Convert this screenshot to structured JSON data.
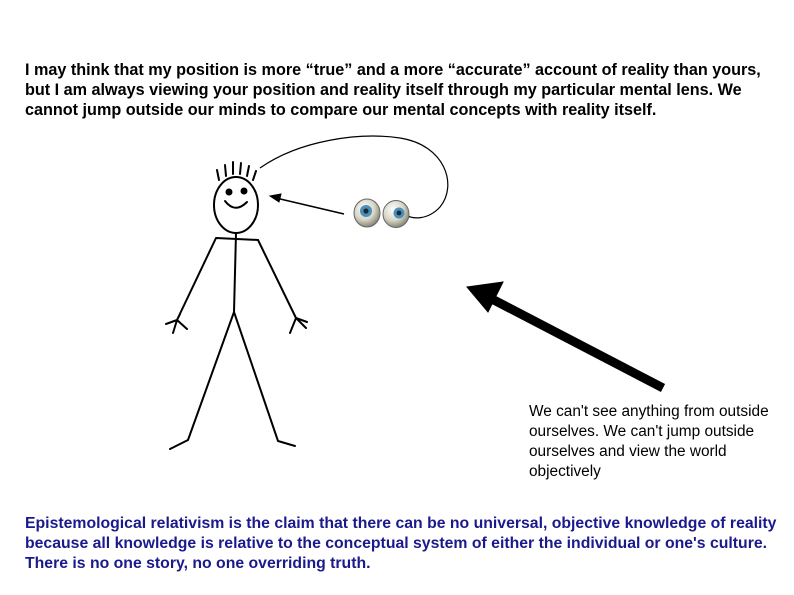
{
  "slide": {
    "top_text": "I may think that my position is more “true” and a more “accurate” account of reality than yours, but I am always viewing your position and reality itself through my particular mental lens. We cannot jump outside our minds to compare our mental concepts with reality itself.",
    "callout_text": "We can't see anything from outside ourselves. We can't jump outside ourselves and view the world objectively",
    "bottom_text": "Epistemological relativism is the claim that there can be no universal, objective knowledge of reality because all knowledge is relative to the conceptual system of either the individual or one's culture. There is no one story, no one overriding truth."
  },
  "colors": {
    "text": "#000000",
    "definition_text": "#1a1a8c",
    "eyeball_iris": "#4a8fb8",
    "eyeball_white": "#e6e6dc"
  },
  "icons": [
    "stick-figure",
    "eyeballs-icon",
    "arrow-to-head",
    "big-arrow"
  ]
}
